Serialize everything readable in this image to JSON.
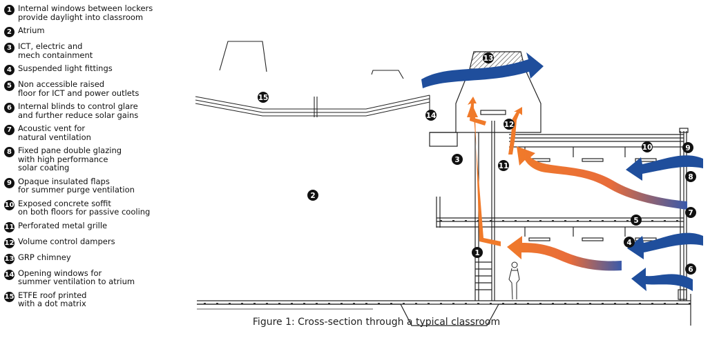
{
  "legend": [
    {
      "num": "1",
      "text": "Internal windows between lockers\nprovide daylight into classroom"
    },
    {
      "num": "2",
      "text": "Atrium"
    },
    {
      "num": "3",
      "text": "ICT, electric and\nmech containment"
    },
    {
      "num": "4",
      "text": "Suspended light fittings"
    },
    {
      "num": "5",
      "text": "Non accessible raised\nfloor for ICT and power outlets"
    },
    {
      "num": "6",
      "text": "Internal blinds to control glare\nand further reduce solar gains"
    },
    {
      "num": "7",
      "text": "Acoustic vent for\nnatural ventilation"
    },
    {
      "num": "8",
      "text": "Fixed pane double glazing\nwith high performance\nsolar coating"
    },
    {
      "num": "9",
      "text": "Opaque insulated flaps\nfor summer purge ventilation"
    },
    {
      "num": "10",
      "text": "Exposed concrete soffit\non both floors for passive cooling"
    },
    {
      "num": "11",
      "text": "Perforated metal grille"
    },
    {
      "num": "12",
      "text": "Volume control dampers"
    },
    {
      "num": "13",
      "text": "GRP chimney"
    },
    {
      "num": "14",
      "text": "Opening windows for\nsummer ventilation to atrium"
    },
    {
      "num": "15",
      "text": "ETFE roof printed\nwith a dot matrix"
    }
  ],
  "callouts": {
    "c1": "1",
    "c2": "2",
    "c3": "3",
    "c4": "4",
    "c5": "5",
    "c6": "6",
    "c7": "7",
    "c8": "8",
    "c9": "9",
    "c10": "10",
    "c11": "11",
    "c12": "12",
    "c13": "13",
    "c14": "14",
    "c15": "15"
  },
  "caption": "Figure 1: Cross-section through a typical classroom",
  "colors": {
    "cool_air": "#1f4e9c",
    "warm_air": "#f07a2a",
    "line": "#222222"
  }
}
